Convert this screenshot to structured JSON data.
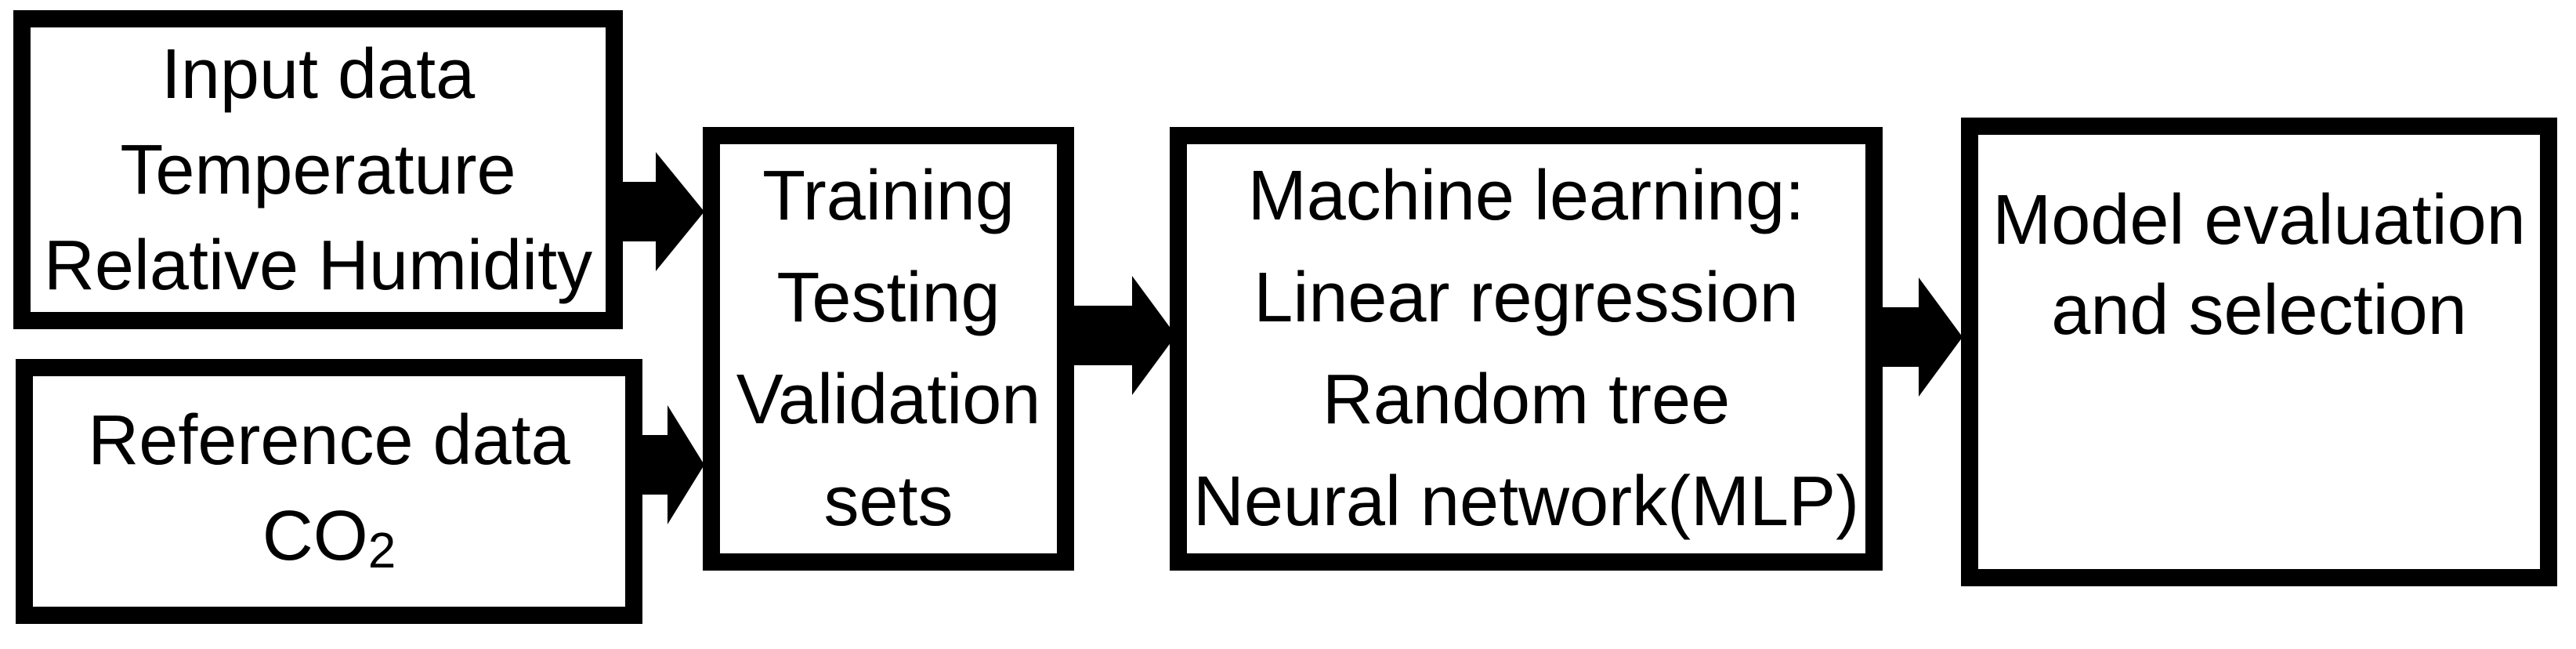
{
  "diagram": {
    "title": "Machine learning workflow flowchart",
    "colors": {
      "background": "#ffffff",
      "box_fill": "#ffffff",
      "box_stroke": "#000000",
      "text": "#000000",
      "arrow": "#000000"
    },
    "nodes": [
      {
        "id": "input-data",
        "lines": [
          "Input data",
          "Temperature",
          "Relative Humidity"
        ]
      },
      {
        "id": "reference-data",
        "lines": [
          "Reference data"
        ],
        "chem": {
          "base": "CO",
          "sub": "2"
        }
      },
      {
        "id": "dataset-split",
        "lines": [
          "Training",
          "Testing",
          "Validation",
          "sets"
        ]
      },
      {
        "id": "machine-learning",
        "lines": [
          "Machine learning:",
          "Linear regression",
          "Random tree",
          "Neural network(MLP)"
        ]
      },
      {
        "id": "model-evaluation",
        "lines": [
          "Model evaluation",
          "and selection"
        ]
      }
    ],
    "arrows": [
      {
        "id": "input-to-sets",
        "from": "input-data",
        "to": "dataset-split"
      },
      {
        "id": "reference-to-sets",
        "from": "reference-data",
        "to": "dataset-split"
      },
      {
        "id": "sets-to-ml",
        "from": "dataset-split",
        "to": "machine-learning"
      },
      {
        "id": "ml-to-evaluation",
        "from": "machine-learning",
        "to": "model-evaluation"
      }
    ]
  }
}
